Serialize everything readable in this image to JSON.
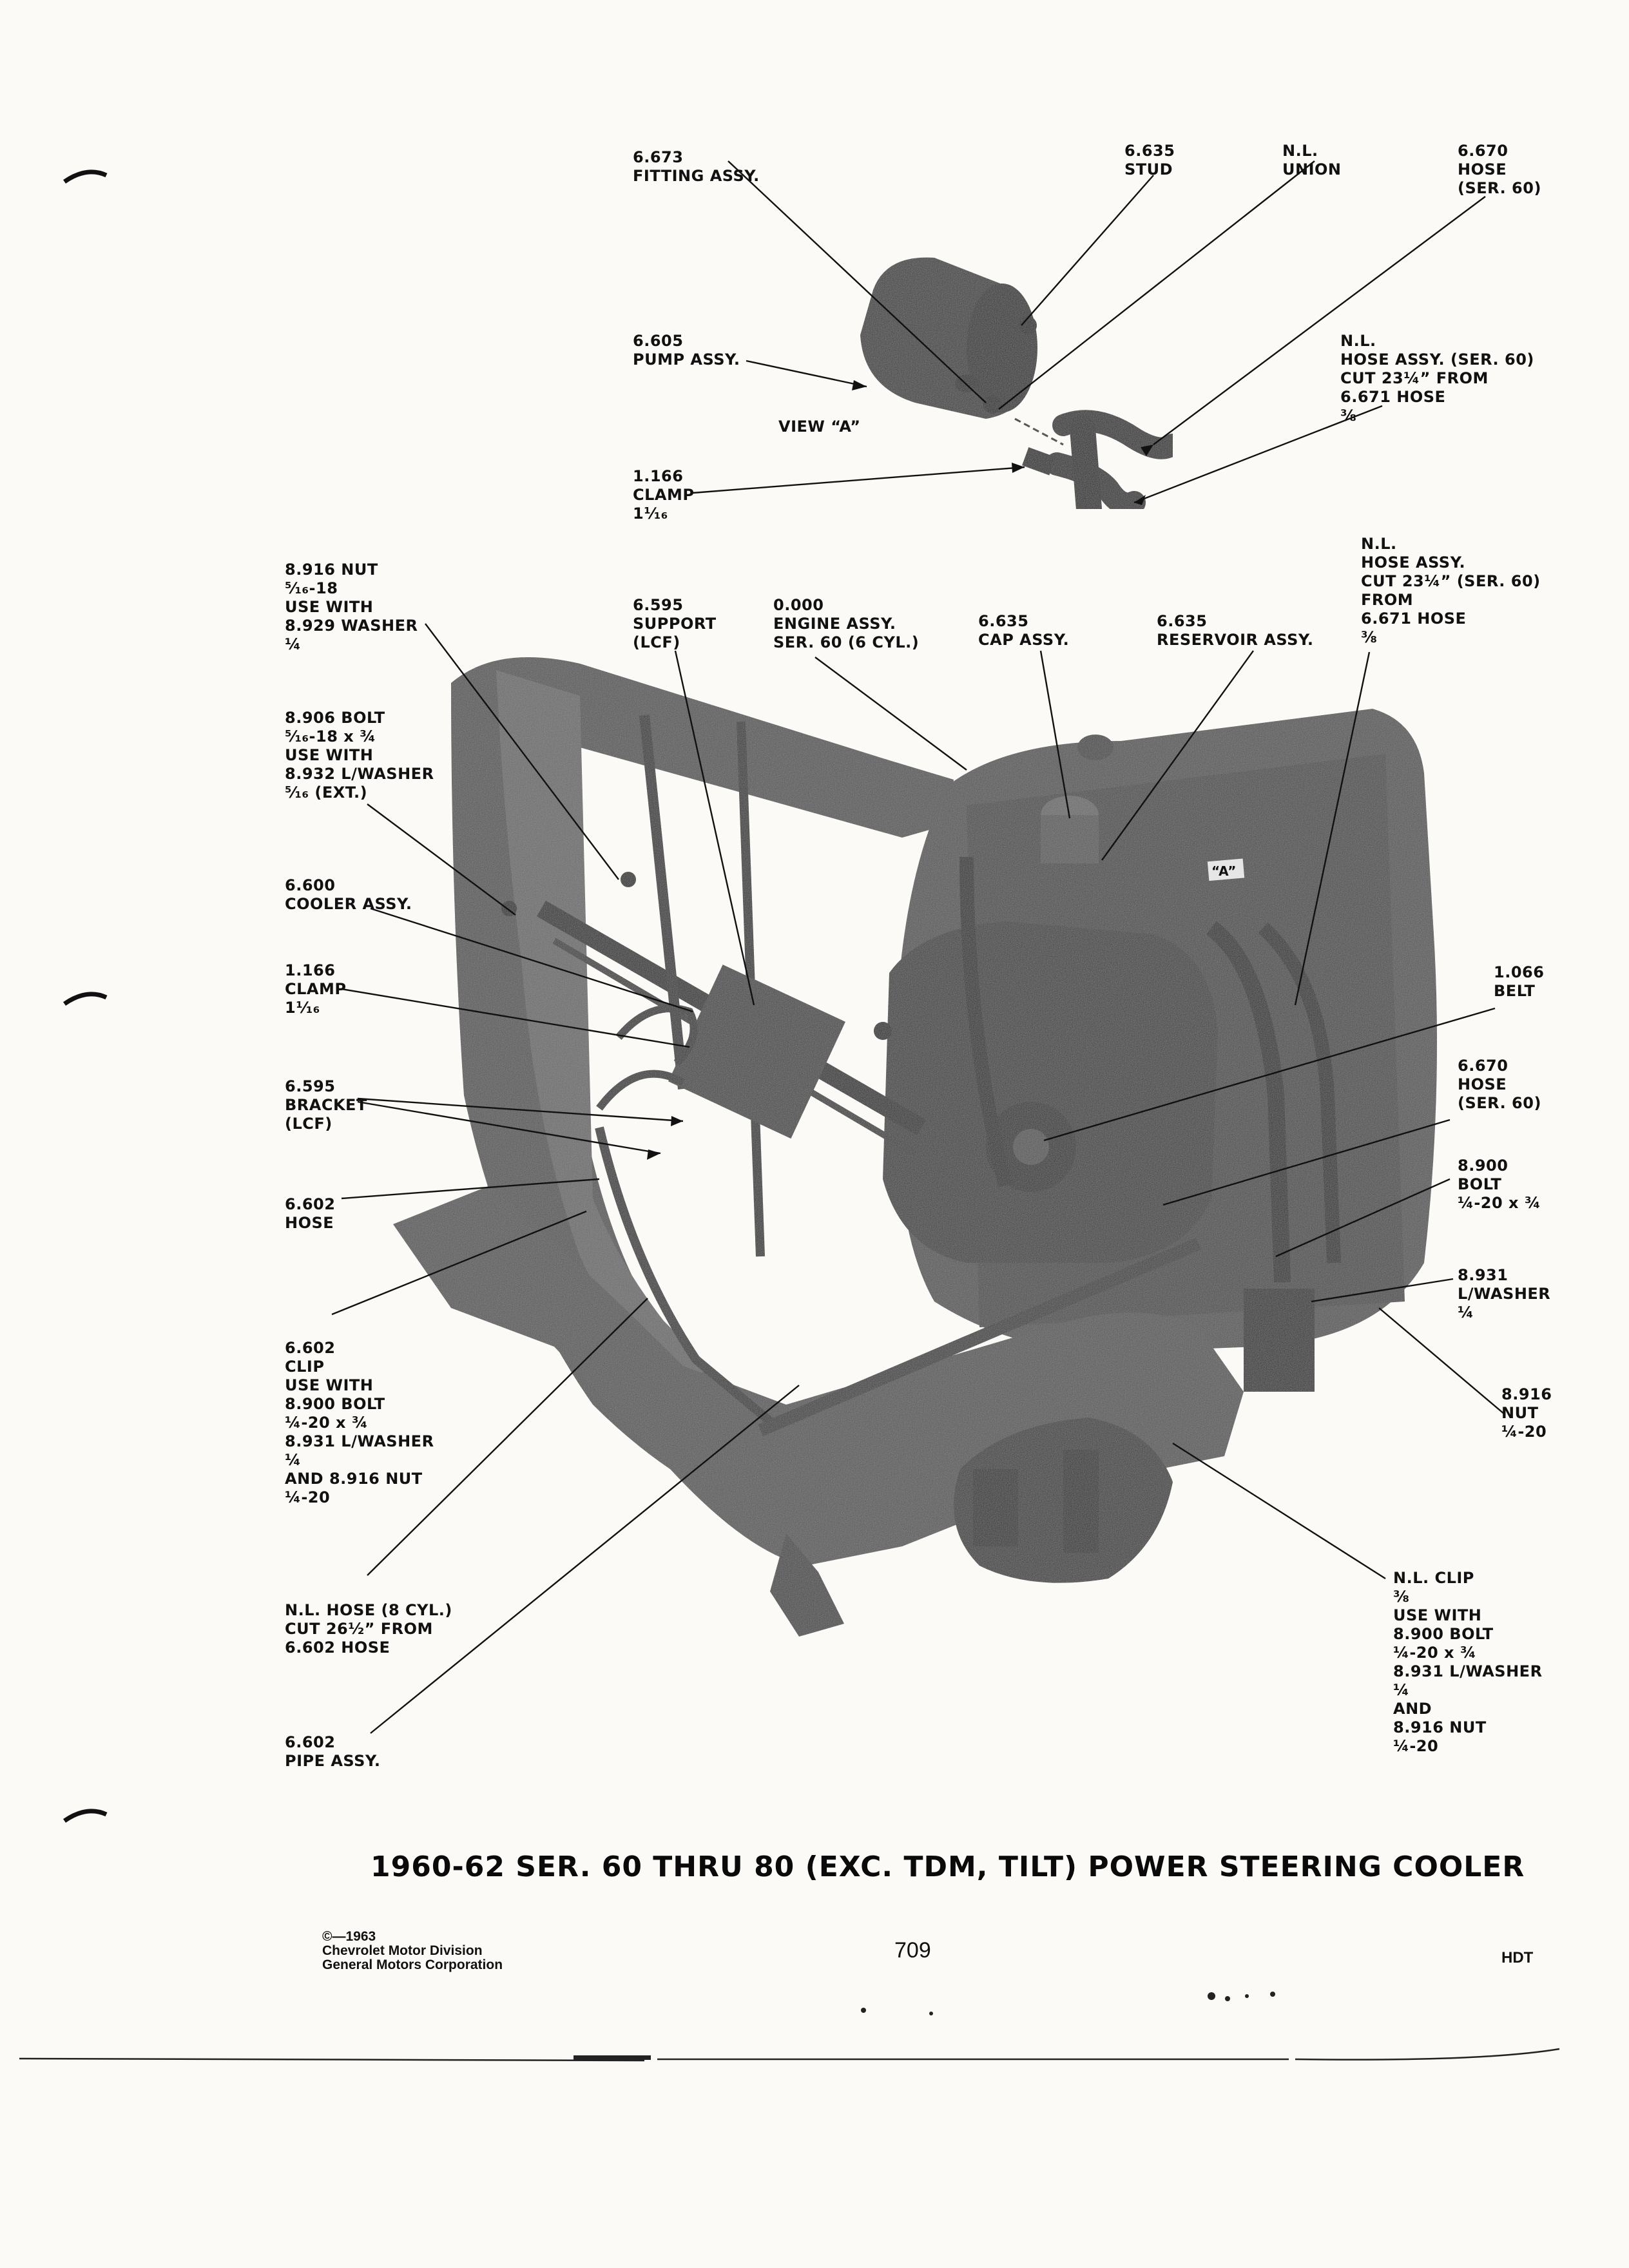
{
  "callouts": [
    {
      "lines": [
        "6.673",
        "FITTING ASSY."
      ]
    },
    {
      "lines": [
        "6.635",
        "STUD"
      ]
    },
    {
      "lines": [
        "N.L.",
        "UNION"
      ]
    },
    {
      "lines": [
        "6.670",
        "HOSE",
        "(SER. 60)"
      ]
    },
    {
      "lines": [
        "6.605",
        "PUMP ASSY."
      ]
    },
    {
      "lines": [
        "VIEW “A”"
      ]
    },
    {
      "lines": [
        "N.L.",
        "HOSE ASSY. (SER. 60)",
        "CUT 23¼” FROM",
        "6.671 HOSE",
        "⅜"
      ]
    },
    {
      "lines": [
        "1.166",
        "CLAMP",
        "1¹⁄₁₆"
      ]
    },
    {
      "lines": [
        "8.916 NUT",
        "⁵⁄₁₆-18",
        "USE WITH",
        "8.929 WASHER",
        "¼"
      ]
    },
    {
      "lines": [
        "6.595",
        "SUPPORT",
        "(LCF)"
      ]
    },
    {
      "lines": [
        "0.000",
        "ENGINE ASSY.",
        "SER. 60 (6 CYL.)"
      ]
    },
    {
      "lines": [
        "6.635",
        "CAP ASSY."
      ]
    },
    {
      "lines": [
        "6.635",
        "RESERVOIR ASSY."
      ]
    },
    {
      "lines": [
        "N.L.",
        "HOSE ASSY.",
        "CUT 23¼” (SER. 60)",
        "FROM",
        "6.671 HOSE",
        "⅜"
      ]
    },
    {
      "lines": [
        "8.906 BOLT",
        "⁵⁄₁₆-18 x ¾",
        "USE WITH",
        "8.932 L/WASHER",
        "⁵⁄₁₆ (EXT.)"
      ]
    },
    {
      "lines": [
        "6.600",
        "COOLER ASSY."
      ]
    },
    {
      "lines": [
        "1.166",
        "CLAMP",
        "1¹⁄₁₆"
      ]
    },
    {
      "lines": [
        "1.066",
        "BELT"
      ]
    },
    {
      "lines": [
        "6.595",
        "BRACKET",
        "(LCF)"
      ]
    },
    {
      "lines": [
        "6.670",
        "HOSE",
        "(SER. 60)"
      ]
    },
    {
      "lines": [
        "6.602",
        "HOSE"
      ]
    },
    {
      "lines": [
        "8.900",
        "BOLT",
        "¼-20 x ¾"
      ]
    },
    {
      "lines": [
        "8.931",
        "L/WASHER",
        "¼"
      ]
    },
    {
      "lines": [
        "6.602",
        "CLIP",
        "USE WITH",
        "8.900 BOLT",
        "¼-20 x ¾",
        "8.931 L/WASHER",
        "¼",
        "AND 8.916 NUT",
        "¼-20"
      ]
    },
    {
      "lines": [
        "8.916",
        "NUT",
        "¼-20"
      ]
    },
    {
      "lines": [
        "N.L. HOSE (8 CYL.)",
        "CUT 26½” FROM",
        "6.602 HOSE"
      ]
    },
    {
      "lines": [
        "N.L. CLIP",
        "⅜",
        "USE WITH",
        "8.900 BOLT",
        "¼-20 x ¾",
        "8.931 L/WASHER",
        "¼",
        "AND",
        "8.916 NUT",
        "¼-20"
      ]
    },
    {
      "lines": [
        "6.602",
        "PIPE ASSY."
      ]
    },
    {
      "lines": [
        "“A”"
      ]
    }
  ],
  "title": "1960-62 SER. 60 THRU 80 (EXC. TDM, TILT) POWER STEERING COOLER",
  "copyright": [
    "©—1963",
    "Chevrolet Motor Division",
    "General Motors Corporation"
  ],
  "page_number": "709",
  "code": "HDT"
}
